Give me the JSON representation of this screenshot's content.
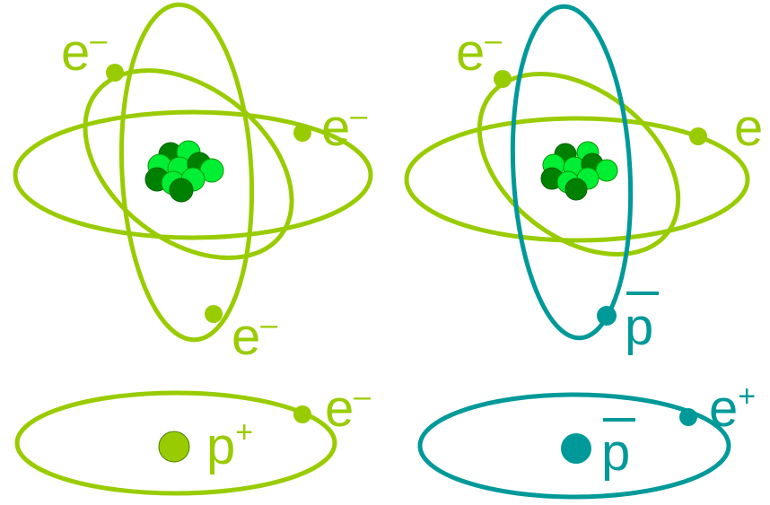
{
  "colors": {
    "green": "#99cc00",
    "teal": "#009999",
    "dark_green": "#008000",
    "light_green": "#00ee33",
    "background": "#ffffff"
  },
  "labels": {
    "electron": "e",
    "electron_sup": "–",
    "positron": "e",
    "positron_sup": "+",
    "proton": "p",
    "proton_sup": "+",
    "antiproton": "p"
  },
  "panels": [
    {
      "name": "atom-heavy",
      "orbit_color": "green",
      "nucleus": "cluster",
      "particles": [
        "e–",
        "e–",
        "e–"
      ]
    },
    {
      "name": "antiprotonic-atom-heavy",
      "orbit_colors": [
        "green",
        "teal"
      ],
      "nucleus": "cluster",
      "particles": [
        "e–",
        "e",
        "p̄"
      ]
    },
    {
      "name": "hydrogen",
      "orbit_color": "green",
      "nucleus": "p+",
      "particles": [
        "e–"
      ]
    },
    {
      "name": "antihydrogen",
      "orbit_color": "teal",
      "nucleus": "p̄",
      "particles": [
        "e+"
      ]
    }
  ]
}
